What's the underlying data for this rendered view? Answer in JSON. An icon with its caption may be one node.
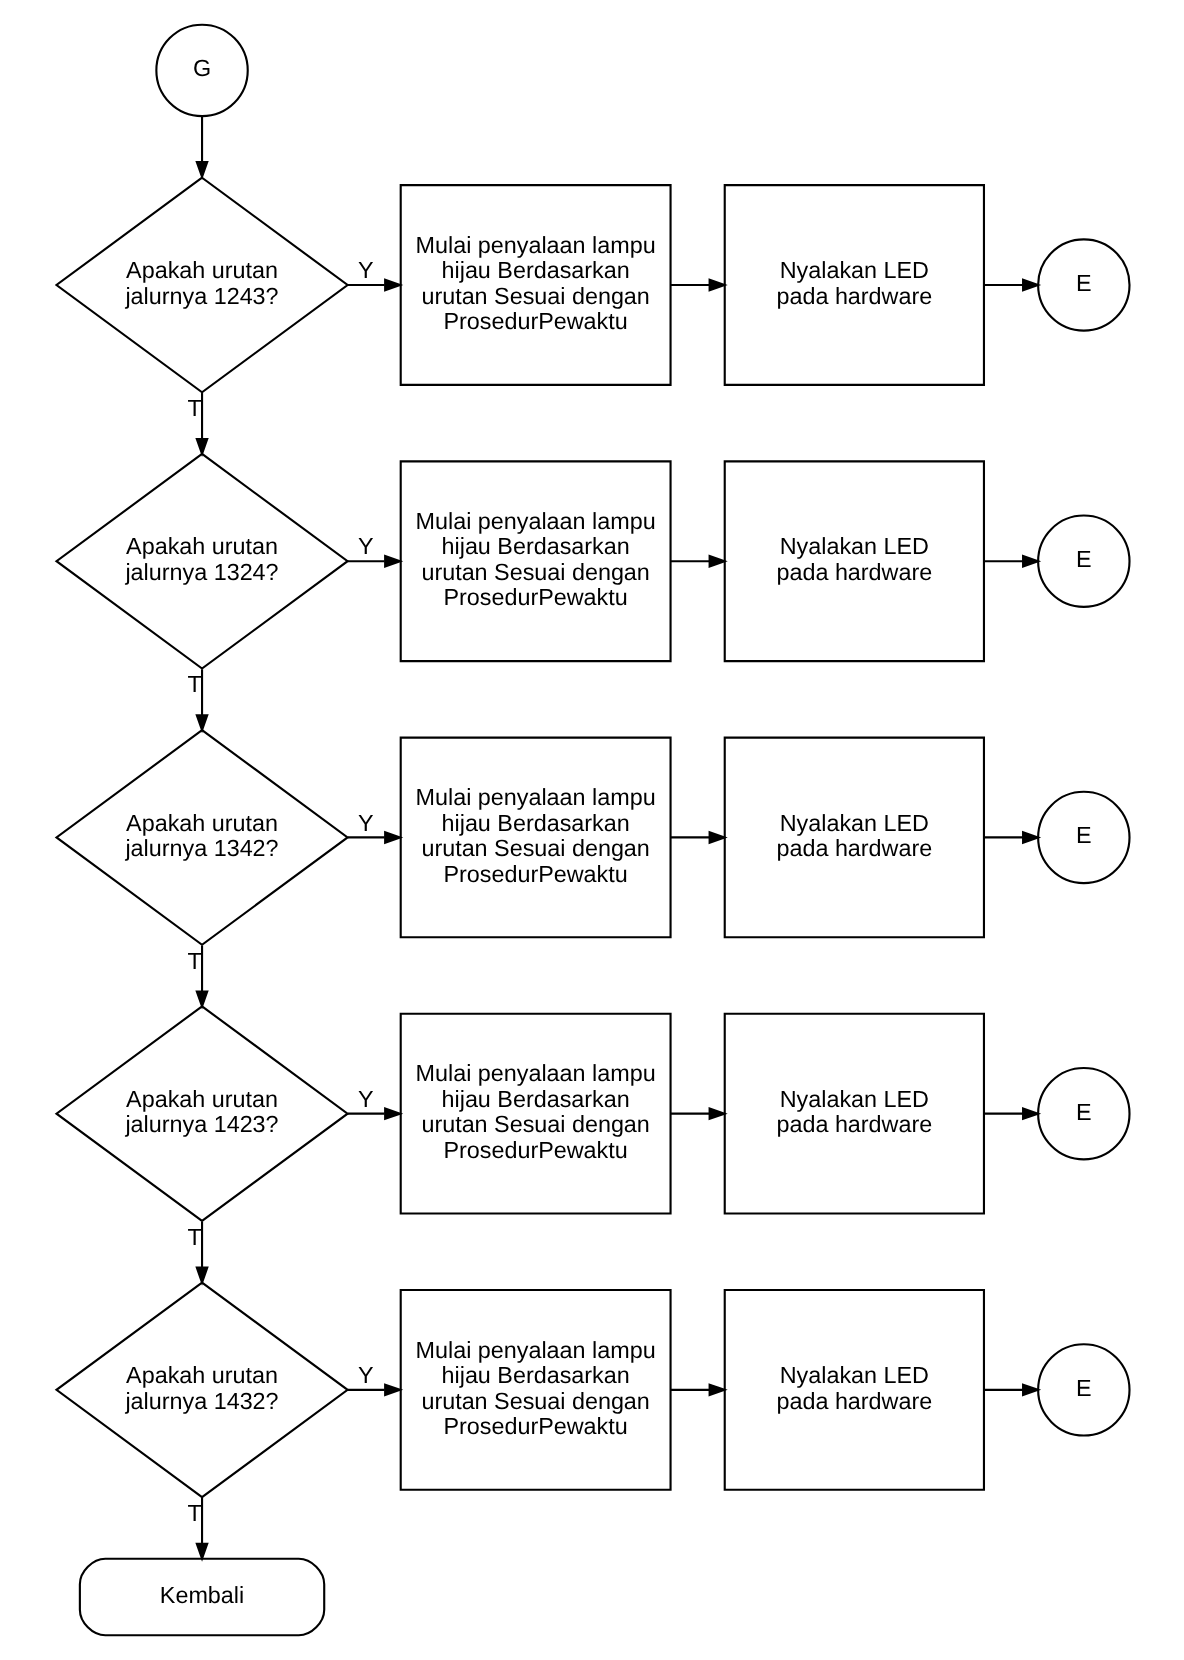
{
  "diagram": {
    "nodes": [
      {
        "text": [
          "G"
        ]
      },
      {
        "text": [
          "Apakah urutan jalurnya 1243?"
        ]
      },
      {
        "text": [
          "Mulai penyalaan lampu hijau Berdasarkan urutan Sesuai dengan ProsedurPewaktu"
        ]
      },
      {
        "text": [
          "Nyalakan LED pada hardware"
        ]
      },
      {
        "text": [
          "E"
        ]
      },
      {
        "text": [
          "Apakah urutan jalurnya 1324?"
        ]
      },
      {
        "text": [
          "Mulai penyalaan lampu hijau Berdasarkan urutan Sesuai dengan ProsedurPewaktu"
        ]
      },
      {
        "text": [
          "Nyalakan LED pada hardware"
        ]
      },
      {
        "text": [
          "E"
        ]
      },
      {
        "text": [
          "Apakah urutan jalurnya 1342?"
        ]
      },
      {
        "text": [
          "Mulai penyalaan lampu hijau Berdasarkan urutan Sesuai dengan ProsedurPewaktu"
        ]
      },
      {
        "text": [
          "Nyalakan LED pada hardware"
        ]
      },
      {
        "text": [
          "E"
        ]
      },
      {
        "text": [
          "Apakah urutan jalurnya 1423?"
        ]
      },
      {
        "text": [
          "Mulai penyalaan lampu hijau Berdasarkan urutan Sesuai dengan ProsedurPewaktu"
        ]
      },
      {
        "text": [
          "Nyalakan LED pada hardware"
        ]
      },
      {
        "text": [
          "E"
        ]
      },
      {
        "text": [
          "Apakah urutan jalurnya 1432?"
        ]
      },
      {
        "text": [
          "Mulai penyalaan lampu hijau Berdasarkan urutan Sesuai dengan ProsedurPewaktu"
        ]
      },
      {
        "text": [
          "Nyalakan LED pada hardware"
        ]
      },
      {
        "text": [
          "E"
        ]
      },
      {
        "text": [
          "Kembali"
        ]
      }
    ],
    "edges": [
      {
        "from": 0,
        "to": 1,
        "arrow": "to"
      },
      {
        "from": 1,
        "to": 2,
        "label": "Y",
        "arrow": "to"
      },
      {
        "from": 2,
        "to": 3,
        "arrow": "to"
      },
      {
        "from": 3,
        "to": 4,
        "arrow": "to"
      },
      {
        "from": 1,
        "to": 5,
        "label": "T",
        "arrow": "to"
      },
      {
        "from": 5,
        "to": 6,
        "label": "Y",
        "arrow": "to"
      },
      {
        "from": 6,
        "to": 7,
        "arrow": "to"
      },
      {
        "from": 7,
        "to": 8,
        "arrow": "to"
      },
      {
        "from": 5,
        "to": 9,
        "label": "T",
        "arrow": "to"
      },
      {
        "from": 9,
        "to": 10,
        "label": "Y",
        "arrow": "to"
      },
      {
        "from": 10,
        "to": 11,
        "arrow": "to"
      },
      {
        "from": 11,
        "to": 12,
        "arrow": "to"
      },
      {
        "from": 9,
        "to": 13,
        "label": "T",
        "arrow": "to"
      },
      {
        "from": 13,
        "to": 14,
        "label": "Y",
        "arrow": "to"
      },
      {
        "from": 14,
        "to": 15,
        "arrow": "to"
      },
      {
        "from": 15,
        "to": 16,
        "arrow": "to"
      },
      {
        "from": 13,
        "to": 17,
        "label": "T",
        "arrow": "to"
      },
      {
        "from": 17,
        "to": 18,
        "label": "Y",
        "arrow": "to"
      },
      {
        "from": 18,
        "to": 19,
        "arrow": "to"
      },
      {
        "from": 19,
        "to": 20,
        "arrow": "to"
      },
      {
        "from": 17,
        "to": 21,
        "label": "T",
        "arrow": "to"
      }
    ]
  }
}
